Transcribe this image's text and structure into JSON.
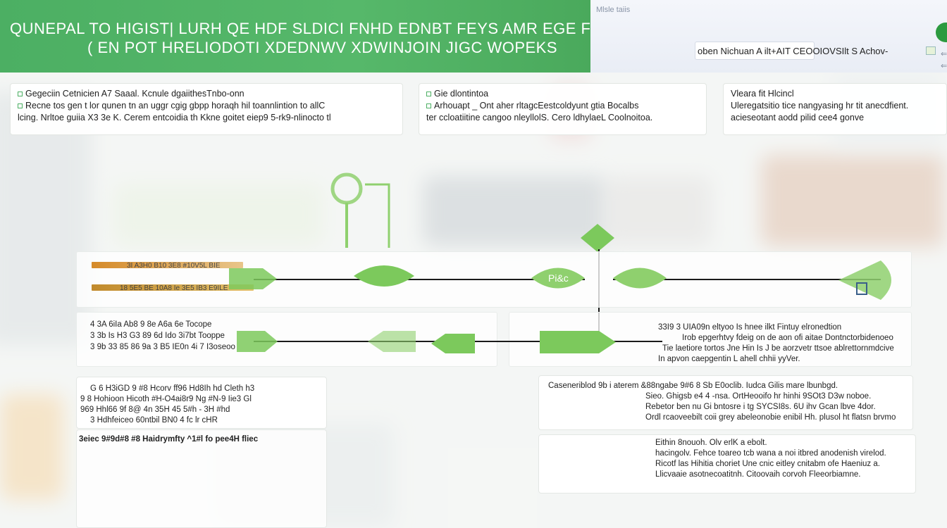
{
  "banner": {
    "line1": "QUNEPAL  TO HIGIST| LURH QE HDF SLDICI FNHD EDNBT  FEYS AMR EGE   FHE",
    "line2": "( EN POT HRELIODOTI XDEDNWV  XDWINJOIN JIGC WOPEKS"
  },
  "top_panel": {
    "small_text": "Mlsle taiis",
    "caption": "oben Nichuan A ilt+AIT CEOOIOVSIlt  S Achov-",
    "icon1": "⇐",
    "icon2": "⇐"
  },
  "cards": [
    {
      "lines": [
        "Gegeciin Cetnicien A7 Saaal. Kcnule dgaiithesTnbo-onn",
        "Recne tos gen t lor qunen tn an uggr cgig gbpp horaqh hil toannlintion to allC",
        "lcing. Nrltoe guiia X3 3e K. Cerem entcoidia th Kkne goitet eiep9 5-rk9-nlinocto tl"
      ]
    },
    {
      "lines": [
        "Gie dlontintoa",
        "Arhouapt _ Ont aher rltagcEestcoldyunt gtia Bocalbs",
        "ter ccloatiitine cangoo nleyllolS. Cero ldhylaeL Coolnoitoa."
      ]
    },
    {
      "lines": [
        "Vleara fit Hlcincl",
        "Uleregatsitio tice nangyasing hr tit anecdfient.",
        "acieseotant aodd pilid cee4 gonve"
      ]
    }
  ],
  "row1": {
    "bar1_label": "3I A3H0 B10 3E8 #10V5L BIE",
    "bar2_label": "18 5E5 BE 10A8 Ie 3E5 IB3 E9ILE",
    "node_label": "Pi&c"
  },
  "row2": {
    "left_lines": [
      "4 3A 6iIa Ab8 9 8e A6a 6e Tocope",
      "3 3b Is H3 G3 89 6d Ido 3i7bt Tooppe",
      "3 9b 33 85 86 9a 3 B5 IE0n 4i 7 I3oseoo"
    ],
    "right_lines": [
      "33I9 3 UIA09n eltyoo Is hnee ilkt Fintuy elronedtion",
      "Irob epgerhtvy fdeig on de aon ofi aitae Dontnctorbidenoeo",
      "Tie laetiore tortos Jne Hin Is J be aorzvetr ttsoe ablrettornmdcive",
      "In apvon caepgentin  L ahell chhii yyVer."
    ]
  },
  "row3": {
    "left_lines": [
      "G 6 H3iGD 9 #8 Hcorv ff96 Hd8Ih hd Cleth h3",
      "9 8 Hohioon Hicoth #H-O4ai8r9 Ng  #N-9 Iie3 Gl",
      "969 Hhl66 9f 8@ 4n 35H 45 5#h - 3H  #hd",
      "3 Hdhfeiceo 60ntbil BN0 4 fc lr cHR"
    ],
    "right_lines": [
      "Caseneriblod 9b i aterem &88ngabe 9#6 8 Sb E0oclib. Iudca Gilis mare lbunbgd.",
      "Sieo. Ghigsb e4 4 -nsa. OrtHeooifo hr hinhi 9SOt3 D3w noboe.",
      "Rebetor ben nu Gi bntosre i tg SYCSI8s. 6U ihv Gcan lbve 4dor.",
      "Ordl rcaoveebilt coii grey abeleonobie enibil Hh.  plusol ht flatsn brvmo"
    ]
  },
  "row4": {
    "left_text": "3eiec 9#9d#8 #8 Haidrymfty ^1#l fo pee4H fliec",
    "right_lines": [
      "Eithin 8nouoh. Olv erlK a ebolt.",
      "hacingolv. Fehce toareo tcb wana a noi itbred anodenish virelod.",
      "Ricotf las Hihitia choriet Une cnic eitley cnitabm ofe Haeniuz a.",
      "Llicvaaie asotnecoatitnh.  Citoovaih corvoh Fleeorbiamne."
    ]
  },
  "colors": {
    "banner_green": "#4caf63",
    "node_green": "#7cc95c",
    "accent_green": "#2c9a3f",
    "bar_orange": "#d58b2a",
    "bar_yellow": "#d7b54a"
  }
}
